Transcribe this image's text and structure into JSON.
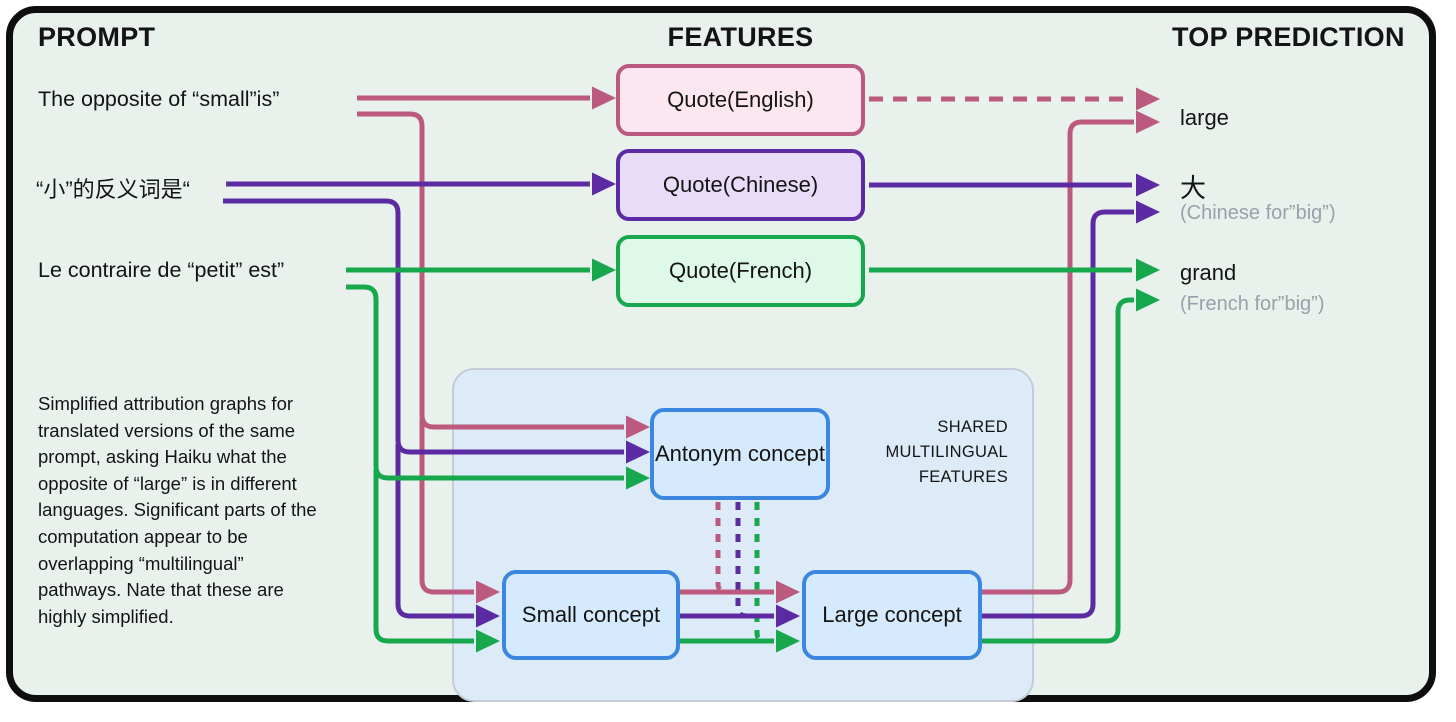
{
  "colors": {
    "background": "#e8f1ec",
    "frame_border": "#0e0e0e",
    "text": "#141414",
    "muted_text": "#9aa1aa",
    "pink": "#bb5a7e",
    "purple": "#5c2ba3",
    "green": "#17a74c",
    "quote_english_fill": "#fce6ef",
    "quote_chinese_fill": "#e9dcf9",
    "quote_french_fill": "#def9e7",
    "shared_box_fill": "#dcebf7",
    "shared_box_border": "#c3ccd8",
    "concept_fill": "#d6eafd",
    "concept_border": "#3b87e0"
  },
  "headers": {
    "prompt": "PROMPT",
    "features": "FEATURES",
    "top_prediction": "TOP PREDICTION"
  },
  "prompts": [
    {
      "language": "English",
      "text": "The opposite of “small”is”"
    },
    {
      "language": "Chinese",
      "text": "“小”的反义词是“"
    },
    {
      "language": "French",
      "text": "Le contraire de “petit” est”"
    }
  ],
  "features": [
    {
      "label": "Quote(English)"
    },
    {
      "label": "Quote(Chinese)"
    },
    {
      "label": "Quote(French)"
    }
  ],
  "predictions": [
    {
      "word": "large",
      "note": ""
    },
    {
      "word": "大",
      "note": "(Chinese for”big”)"
    },
    {
      "word": "grand",
      "note": "(French for”big”)"
    }
  ],
  "shared": {
    "title": "SHARED\nMULTILINGUAL\nFEATURES",
    "concepts": [
      {
        "label": "Antonym concept"
      },
      {
        "label": "Small concept"
      },
      {
        "label": "Large concept"
      }
    ]
  },
  "caption": {
    "text": "Simplified attribution graphs for\ntranslated versions of the same\nprompt, asking Haiku what the\nopposite of “large” is in different\nlanguages. Significant parts of the\ncomputation appear to be\noverlapping “multilingual”\npathways. Nate that these are\nhighly simplified."
  }
}
